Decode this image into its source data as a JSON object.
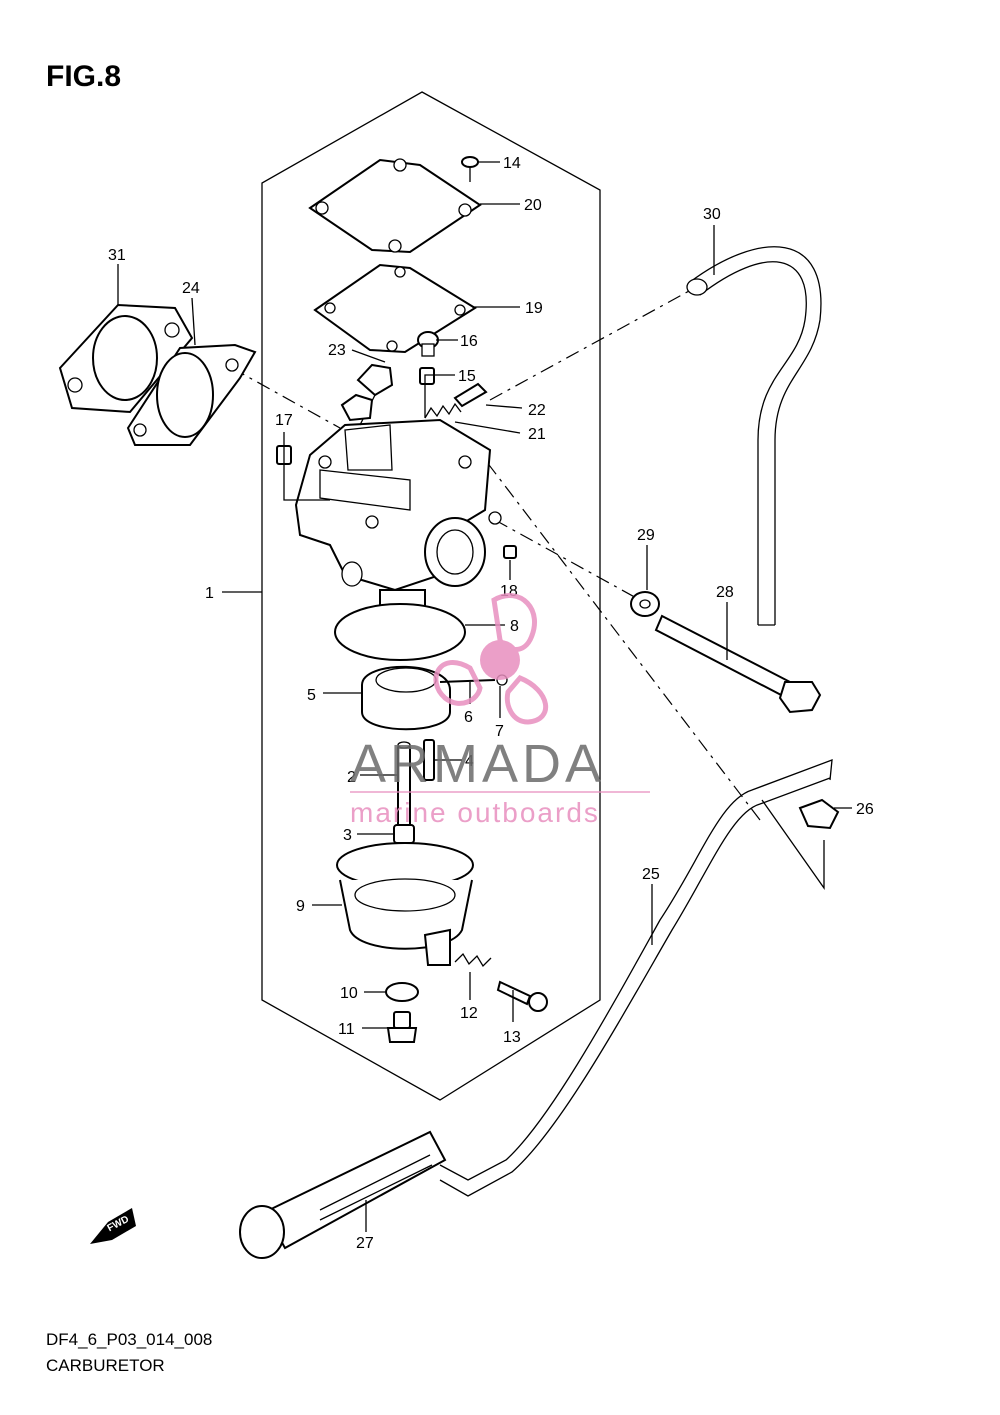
{
  "figure_title": "FIG.8",
  "drawing_code": "DF4_6_P03_014_008",
  "assembly_name": "CARBURETOR",
  "watermark": {
    "brand": "ARMADA",
    "tagline": "marine outboards",
    "brand_color": "#6b6b6b",
    "accent_color": "#e88fbf"
  },
  "direction_badge": "FWD",
  "callouts": [
    "1",
    "2",
    "3",
    "4",
    "5",
    "6",
    "7",
    "8",
    "9",
    "10",
    "11",
    "12",
    "13",
    "14",
    "15",
    "16",
    "17",
    "18",
    "19",
    "20",
    "21",
    "22",
    "23",
    "24",
    "25",
    "26",
    "27",
    "28",
    "29",
    "30",
    "31"
  ]
}
